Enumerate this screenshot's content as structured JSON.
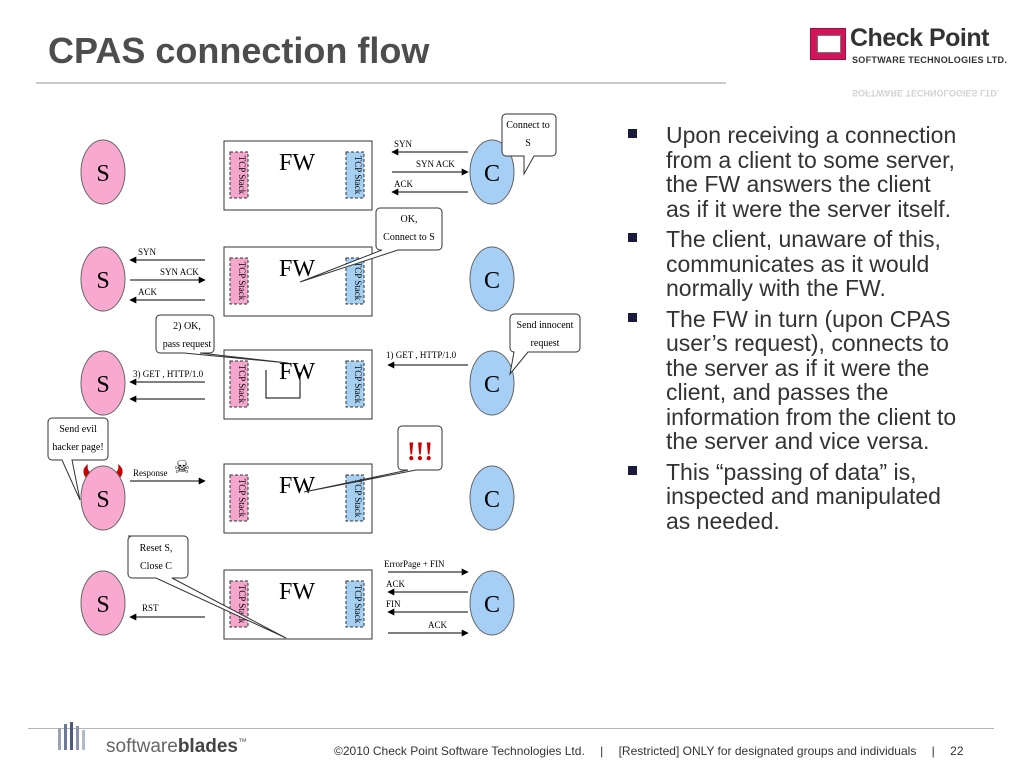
{
  "slide": {
    "title": "CPAS connection flow",
    "page_number": "22"
  },
  "logo": {
    "name": "Check Point",
    "subtitle": "SOFTWARE TECHNOLOGIES LTD."
  },
  "diagram": {
    "rows": [
      {
        "server": "S",
        "firewall": "FW",
        "client": "C",
        "stack_label": "TCP Stack",
        "left_arrows": [],
        "right_arrows": [
          "SYN",
          "SYN ACK",
          "ACK"
        ],
        "callouts": [
          "Connect to S"
        ]
      },
      {
        "server": "S",
        "firewall": "FW",
        "client": "C",
        "stack_label": "TCP Stack",
        "left_arrows": [
          "SYN",
          "SYN ACK",
          "ACK"
        ],
        "right_arrows": [],
        "callouts": [
          "OK, Connect to S"
        ]
      },
      {
        "server": "S",
        "firewall": "FW",
        "client": "C",
        "stack_label": "TCP Stack",
        "left_arrows": [
          "3) GET , HTTP/1.0"
        ],
        "right_arrows": [
          "1) GET , HTTP/1.0"
        ],
        "callouts": [
          "2) OK, pass request",
          "Send innocent request"
        ]
      },
      {
        "server": "S",
        "firewall": "FW",
        "client": "C",
        "stack_label": "TCP Stack",
        "left_arrows": [
          "Response"
        ],
        "right_arrows": [],
        "callouts": [
          "Send evil hacker page!",
          "!!!"
        ]
      },
      {
        "server": "S",
        "firewall": "FW",
        "client": "C",
        "stack_label": "TCP Stack",
        "left_arrows": [
          "RST"
        ],
        "right_arrows": [
          "ErrorPage + FIN",
          "ACK",
          "FIN",
          "ACK"
        ],
        "callouts": [
          "Reset S, Close C"
        ]
      }
    ],
    "colors": {
      "server": "#f9a8d0",
      "client": "#a6cff5",
      "stack_server_side": "#f4a6cc",
      "stack_client_side": "#a6d0f2",
      "warning": "#cc0000"
    }
  },
  "bullets": [
    "Upon receiving a connection from a client to some server, the FW answers the client as if it  were the server itself.",
    "The client, unaware of this, communicates as it would normally with the FW.",
    "The FW in turn (upon CPAS user’s request), connects to the server as if it were the client, and passes the information from the client to the server and vice versa.",
    "This “passing of data” is, inspected and manipulated as needed."
  ],
  "footer": {
    "brand_light": "software",
    "brand_bold": "blades",
    "trademark": "™",
    "copyright": "©2010 Check Point Software Technologies Ltd.",
    "separator": "|",
    "classification": "[Restricted] ONLY for designated groups and individuals",
    "page": "22"
  }
}
